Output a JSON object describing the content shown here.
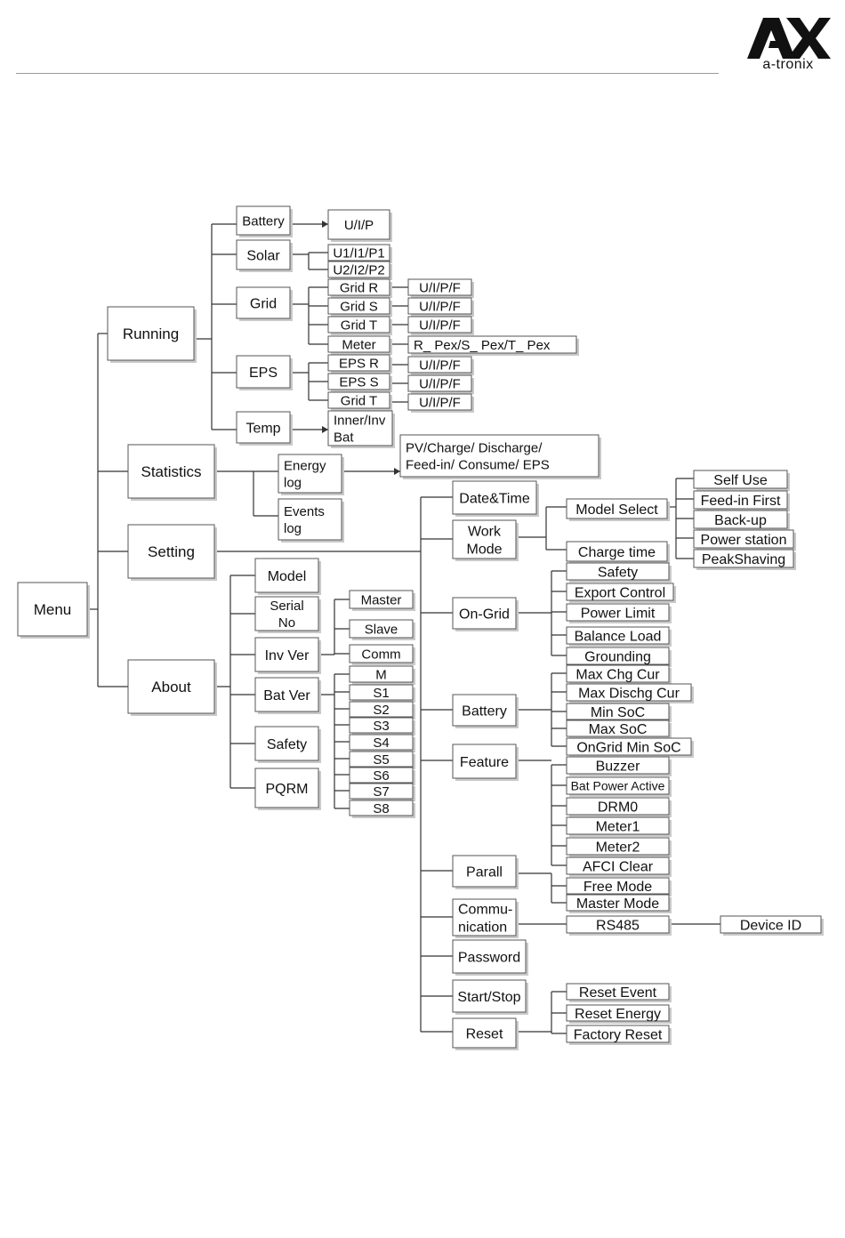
{
  "brand": {
    "name": "a-tronix"
  },
  "nodes": {
    "menu": "Menu",
    "running": "Running",
    "statistics": "Statistics",
    "setting": "Setting",
    "about": "About",
    "battery": "Battery",
    "uip": "U/I/P",
    "solar": "Solar",
    "u1i1p1": "U1/I1/P1",
    "u2i2p2": "U2/I2/P2",
    "grid": "Grid",
    "gridr": "Grid R",
    "grids": "Grid S",
    "gridt": "Grid T",
    "meter": "Meter",
    "uipf_r": "U/I/P/F",
    "uipf_s": "U/I/P/F",
    "uipf_t": "U/I/P/F",
    "pex": "R_ Pex/S_ Pex/T_ Pex",
    "eps": "EPS",
    "epsr": "EPS R",
    "epss": "EPS S",
    "epsgridt": "Grid T",
    "uipf_er": "U/I/P/F",
    "uipf_es": "U/I/P/F",
    "uipf_et": "U/I/P/F",
    "temp": "Temp",
    "innerinv": [
      "Inner/Inv",
      "Bat"
    ],
    "energylog": [
      "Energy",
      "log"
    ],
    "eventslog": [
      "Events",
      "log"
    ],
    "pvcharge": [
      "PV/Charge/ Discharge/",
      "Feed-in/ Consume/ EPS"
    ],
    "model": "Model",
    "serial": [
      "Serial",
      "No"
    ],
    "invver": "Inv Ver",
    "batver": "Bat Ver",
    "safety_about": "Safety",
    "pqrm": "PQRM",
    "master": "Master",
    "slave": "Slave",
    "comm": "Comm",
    "m": "M",
    "s1": "S1",
    "s2": "S2",
    "s3": "S3",
    "s4": "S4",
    "s5": "S5",
    "s6": "S6",
    "s7": "S7",
    "s8": "S8",
    "datetime": "Date&Time",
    "workmode": [
      "Work",
      "Mode"
    ],
    "modelselect": "Model Select",
    "chargetime": "Charge time",
    "selfuse": "Self Use",
    "feedinfirst": "Feed-in First",
    "backup": "Back-up",
    "powerstation": "Power station",
    "peakshaving": "PeakShaving",
    "ongrid": "On-Grid",
    "safety": "Safety",
    "exportcontrol": "Export Control",
    "powerlimit": "Power Limit",
    "balanceload": "Balance Load",
    "grounding": "Grounding",
    "battery_set": "Battery",
    "maxchg": "Max Chg Cur",
    "maxdischg": "Max Dischg Cur",
    "minsoc": "Min SoC",
    "maxsoc": "Max SoC",
    "ongridminsoc": "OnGrid Min SoC",
    "feature": "Feature",
    "buzzer": "Buzzer",
    "batpoweractive": "Bat Power Active",
    "drm0": "DRM0",
    "meter1": "Meter1",
    "meter2": "Meter2",
    "afci": "AFCI Clear",
    "parall": "Parall",
    "freemode": "Free Mode",
    "mastermode": "Master Mode",
    "communication": [
      "Commu-",
      "nication"
    ],
    "rs485": "RS485",
    "deviceid": "Device ID",
    "password": "Password",
    "startstop": "Start/Stop",
    "reset": "Reset",
    "resetevent": "Reset Event",
    "resetenergy": "Reset Energy",
    "factoryreset": "Factory Reset"
  }
}
